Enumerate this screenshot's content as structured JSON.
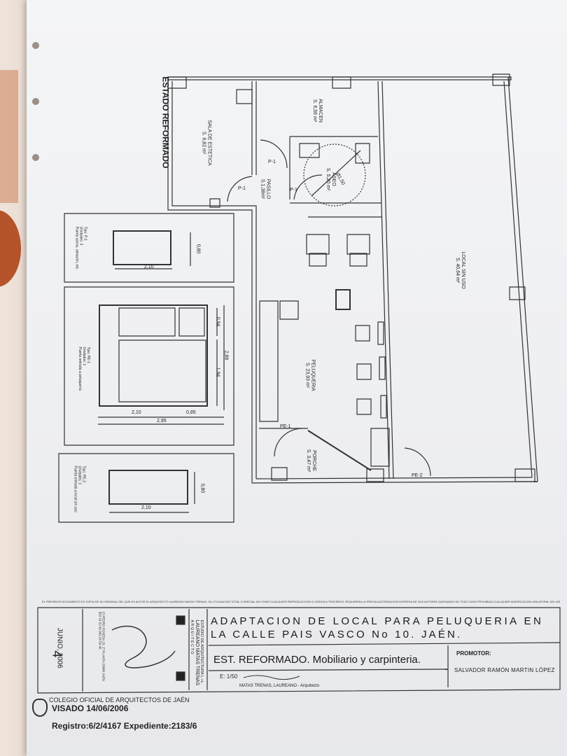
{
  "plan": {
    "heading": "ESTADO REFORMADO",
    "rooms": {
      "sala_estetica": {
        "name": "SALA DE ESTETICA",
        "area": "S. 6,82 m²"
      },
      "almacen": {
        "name": "ALMACEN",
        "area": "S. 6,56 m²"
      },
      "aseo": {
        "name": "ASEO",
        "area": "S. 5,20 m²"
      },
      "pasillo": {
        "name": "PASILLO",
        "area": "S.1,38m²"
      },
      "local": {
        "name": "LOCAL SIN USO",
        "area": "S. 40,64 m²"
      },
      "peluqueria": {
        "name": "PELUQUERIA",
        "area": "S. 23,93 m²"
      },
      "porche": {
        "name": "PORCHE",
        "area": "S. 3,47 m²"
      }
    },
    "doors": {
      "p1_a": "P-1",
      "p1_b": "P-1",
      "p1_c": "P-1",
      "pe1": "PE-1",
      "pe2": "PE-2"
    },
    "aseo_diameter": "Ø1,50",
    "carpentry": {
      "p1": {
        "type": "Tipo: P-1",
        "units": "Unidades: 3",
        "desc": "Puerta aseos, almacén, etc.",
        "width": "2,10",
        "height": "0,80"
      },
      "pe1": {
        "type": "Tipo: PE-1",
        "units": "Unidades: 1",
        "desc": "Puerta entrada a peluquería",
        "w1": "2,10",
        "w2": "0,85",
        "wt": "2,95",
        "h1": "0,94",
        "h2": "1,94",
        "ht": "2,88"
      },
      "pe2": {
        "type": "Tipo: PE-2",
        "units": "Unidades: 1",
        "desc": "Puerta entrada a local sin uso",
        "width": "2,10",
        "height": "0,80"
      }
    }
  },
  "titleblock": {
    "disclaimer": "EL PRESENTE DOCUMENTO ES COPIA DE SU ORIGINAL DEL QUE ES AUTOR EL ARQUITECTO LAUREANO MATAS TRENAS. SU UTILIZACION TOTAL O PARCIAL ASI COMO CUALQUIER REPRODUCCION O CESION A TERCEROS, REQUERIRA LA PREVIA AUTORIZACION EXPRESA DE SUS AUTORES QUEDANDO EN TODO CASO PROHIBIDA CUALQUIER MODIFICACION UNILATERAL DEL MISMO.",
    "sheet_number": "4",
    "date": "JUNIO, 2006",
    "studio_name": "ESTUDIO DE ARQUITECTURA L.+L.",
    "architect": "LAUREANO MATAS TRENAS",
    "studio_word": "A R Q U I T E C T O",
    "address": "C/ PEDRO POVEDA 15, 1º PLANTA  23009 JAÉN",
    "phone": "953 18 32 66   953 28 59 46",
    "project_line1": "ADAPTACION DE LOCAL PARA PELUQUERIA EN",
    "project_line2": "LA CALLE PAIS VASCO No 10.          JAÉN.",
    "drawing_title": "EST. REFORMADO. Mobiliario y carpinteria.",
    "scale": "E: 1/50",
    "promotor_label": "PROMOTOR:",
    "promotor": "SALVADOR RAMÓN MARTIN LÓPEZ",
    "architect_sign": "MATAS TRENAS, LAUREANO - Arquitecto"
  },
  "stamp": {
    "college": "COLEGIO OFICIAL DE ARQUITECTOS DE JAÉN",
    "visado": "VISADO   14/06/2006",
    "registro": "Registro:6/2/4167   Expediente:2183/6"
  }
}
